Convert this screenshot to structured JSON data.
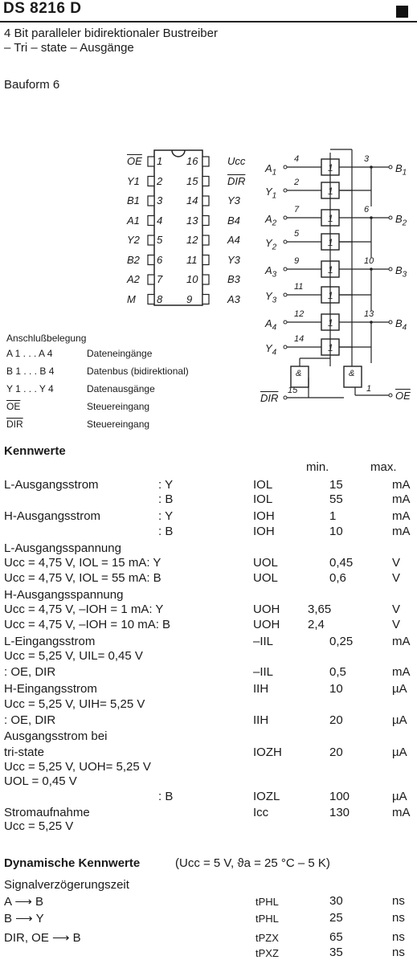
{
  "header": {
    "title": "DS 8216 D",
    "subtitle_line1": "4 Bit paralleler bidirektionaler Bustreiber",
    "subtitle_line2": "– Tri – state – Ausgänge",
    "package": "Bauform 6"
  },
  "pinout": {
    "left_pins": [
      {
        "label": "OE",
        "num": "1",
        "overline": true
      },
      {
        "label": "Y1",
        "num": "2"
      },
      {
        "label": "B1",
        "num": "3"
      },
      {
        "label": "A1",
        "num": "4"
      },
      {
        "label": "Y2",
        "num": "5"
      },
      {
        "label": "B2",
        "num": "6"
      },
      {
        "label": "A2",
        "num": "7"
      },
      {
        "label": "M",
        "num": "8"
      }
    ],
    "right_pins": [
      {
        "label": "Ucc",
        "num": "16"
      },
      {
        "label": "DIR",
        "num": "15",
        "overline": true
      },
      {
        "label": "Y3",
        "num": "14"
      },
      {
        "label": "B4",
        "num": "13"
      },
      {
        "label": "A4",
        "num": "12"
      },
      {
        "label": "Y3",
        "num": "11"
      },
      {
        "label": "B3",
        "num": "10"
      },
      {
        "label": "A3",
        "num": "9"
      }
    ]
  },
  "logic": {
    "inputs": [
      {
        "label": "A1",
        "pin": "4"
      },
      {
        "label": "Y1",
        "pin": "2"
      },
      {
        "label": "A2",
        "pin": "7"
      },
      {
        "label": "Y2",
        "pin": "5"
      },
      {
        "label": "A3",
        "pin": "9"
      },
      {
        "label": "Y3",
        "pin": "11"
      },
      {
        "label": "A4",
        "pin": "12"
      },
      {
        "label": "Y4",
        "pin": "14"
      }
    ],
    "outputs": [
      {
        "label": "B1",
        "pin": "3"
      },
      {
        "label": "B2",
        "pin": "6"
      },
      {
        "label": "B3",
        "pin": "10"
      },
      {
        "label": "B4",
        "pin": "13"
      }
    ],
    "buffer_symbol": "1",
    "and_symbol": "&",
    "dir_label": "DIR",
    "dir_pin": "15",
    "oe_label": "OE",
    "oe_pin": "1"
  },
  "legend": {
    "heading": "Anschlußbelegung",
    "rows": [
      {
        "pins": "A 1 . . . A 4",
        "desc": "Dateneingänge"
      },
      {
        "pins": "B 1 . . . B 4",
        "desc": "Datenbus  (bidirektional)"
      },
      {
        "pins": "Y 1 . . . Y 4",
        "desc": "Datenausgänge"
      },
      {
        "pins": "OE",
        "desc": "Steuereingang",
        "overline": true
      },
      {
        "pins": "DIR",
        "desc": "Steuereingang",
        "overline": true
      }
    ]
  },
  "kennwerte": {
    "heading": "Kennwerte",
    "col_min": "min.",
    "col_max": "max.",
    "rows": [
      {
        "param": "L-Ausgangsstrom",
        "cond": ": Y",
        "sym": "IOL",
        "min": "",
        "max": "15",
        "unit": "mA"
      },
      {
        "param": "",
        "cond": ": B",
        "sym": "IOL",
        "min": "",
        "max": "55",
        "unit": "mA"
      },
      {
        "param": "H-Ausgangsstrom",
        "cond": ": Y",
        "sym": "IOH",
        "min": "",
        "max": "1",
        "unit": "mA"
      },
      {
        "param": "",
        "cond": ": B",
        "sym": "IOH",
        "min": "",
        "max": "10",
        "unit": "mA"
      },
      {
        "param": "L-Ausgangsspannung",
        "cond": "",
        "sym": "",
        "min": "",
        "max": "",
        "unit": ""
      },
      {
        "param": "Ucc = 4,75 V, IOL  = 15 mA: Y",
        "cond": "",
        "sym": "UOL",
        "min": "",
        "max": "0,45",
        "unit": "V"
      },
      {
        "param": "Ucc = 4,75 V, IOL  = 55 mA: B",
        "cond": "",
        "sym": "UOL",
        "min": "",
        "max": "0,6",
        "unit": "V"
      },
      {
        "param": "H-Ausgangsspannung",
        "cond": "",
        "sym": "",
        "min": "",
        "max": "",
        "unit": ""
      },
      {
        "param": "Ucc = 4,75 V, –IOH  =  1 mA: Y",
        "cond": "",
        "sym": "UOH",
        "min": "3,65",
        "max": "",
        "unit": "V"
      },
      {
        "param": "Ucc = 4,75 V, –IOH  = 10 mA: B",
        "cond": "",
        "sym": "UOH",
        "min": "2,4",
        "max": "",
        "unit": "V"
      },
      {
        "param": "L-Eingangsstrom",
        "cond": "",
        "sym": "–IIL",
        "min": "",
        "max": "0,25",
        "unit": "mA"
      },
      {
        "param": "Ucc = 5,25 V, UIL= 0,45 V",
        "cond": "",
        "sym": "",
        "min": "",
        "max": "",
        "unit": ""
      },
      {
        "param": ": OE, DIR",
        "cond": "",
        "sym": "–IIL",
        "min": "",
        "max": "0,5",
        "unit": "mA"
      },
      {
        "param": "H-Eingangsstrom",
        "cond": "",
        "sym": "IIH",
        "min": "",
        "max": "10",
        "unit": "µA"
      },
      {
        "param": "Ucc = 5,25 V, UIH= 5,25 V",
        "cond": "",
        "sym": "",
        "min": "",
        "max": "",
        "unit": ""
      },
      {
        "param": ": OE, DIR",
        "cond": "",
        "sym": "IIH",
        "min": "",
        "max": "20",
        "unit": "µA"
      },
      {
        "param": "Ausgangsstrom bei",
        "cond": "",
        "sym": "",
        "min": "",
        "max": "",
        "unit": ""
      },
      {
        "param": "tri-state",
        "cond": "",
        "sym": "IOZH",
        "min": "",
        "max": "20",
        "unit": "µA"
      },
      {
        "param": "Ucc = 5,25 V, UOH= 5,25 V",
        "cond": "",
        "sym": "",
        "min": "",
        "max": "",
        "unit": ""
      },
      {
        "param": "UOL = 0,45 V",
        "cond": "",
        "sym": "",
        "min": "",
        "max": "",
        "unit": ""
      },
      {
        "param": "",
        "cond": ": B",
        "sym": "IOZL",
        "min": "",
        "max": "100",
        "unit": "µA"
      },
      {
        "param": "Stromaufnahme",
        "cond": "",
        "sym": "Icc",
        "min": "",
        "max": "130",
        "unit": "mA"
      },
      {
        "param": "Ucc = 5,25 V",
        "cond": "",
        "sym": "",
        "min": "",
        "max": "",
        "unit": ""
      }
    ]
  },
  "dynamic": {
    "heading": "Dynamische Kennwerte",
    "conditions": "(Ucc = 5 V,  ϑa = 25 °C – 5 K)",
    "rows": [
      {
        "param": "Signalverzögerungszeit",
        "sym": "",
        "max": "",
        "unit": ""
      },
      {
        "param": "A ⟶ B",
        "sym": "tPHL",
        "max": "30",
        "unit": "ns"
      },
      {
        "param": "B ⟶ Y",
        "sym": "tPHL",
        "max": "25",
        "unit": "ns"
      },
      {
        "param": "DIR, OE ⟶ B",
        "sym": "tPZX",
        "max": "65",
        "unit": "ns"
      },
      {
        "param": "",
        "sym": "tPXZ",
        "max": "35",
        "unit": "ns"
      }
    ]
  }
}
